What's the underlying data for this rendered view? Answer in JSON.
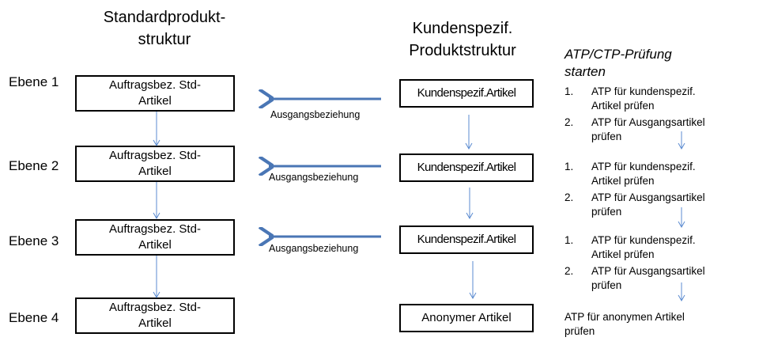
{
  "titles": {
    "standard": "Standardprodukt-\nstruktur",
    "customer": "Kundenspezif.\nProduktstruktur",
    "atp": "ATP/CTP-Prüfung\nstarten"
  },
  "levels": [
    "Ebene 1",
    "Ebene 2",
    "Ebene 3",
    "Ebene 4"
  ],
  "std_boxes": [
    "Auftragsbez. Std-\nArtikel",
    "Auftragsbez. Std-\nArtikel",
    "Auftragsbez. Std-\nArtikel",
    "Auftragsbez. Std-\nArtikel"
  ],
  "cust_boxes": [
    "Kundenspezif.Artikel",
    "Kundenspezif.Artikel",
    "Kundenspezif.Artikel",
    "Anonymer Artikel"
  ],
  "relation_label": "Ausgangsbeziehung",
  "atp_groups": [
    {
      "items": [
        {
          "num": "1.",
          "text": "ATP für kundenspezif.\nArtikel prüfen"
        },
        {
          "num": "2.",
          "text": "ATP für Ausgangsartikel\nprüfen"
        }
      ]
    },
    {
      "items": [
        {
          "num": "1.",
          "text": "ATP für kundenspezif.\nArtikel prüfen"
        },
        {
          "num": "2.",
          "text": "ATP für Ausgangsartikel\nprüfen"
        }
      ]
    },
    {
      "items": [
        {
          "num": "1.",
          "text": "ATP für kundenspezif.\nArtikel prüfen"
        },
        {
          "num": "2.",
          "text": "ATP für Ausgangsartikel\nprüfen"
        }
      ]
    }
  ],
  "atp_final": "ATP für anonymen Artikel\nprüfen",
  "colors": {
    "arrow_bold": "#4a76b5",
    "arrow_thin": "#5b8bd0"
  }
}
